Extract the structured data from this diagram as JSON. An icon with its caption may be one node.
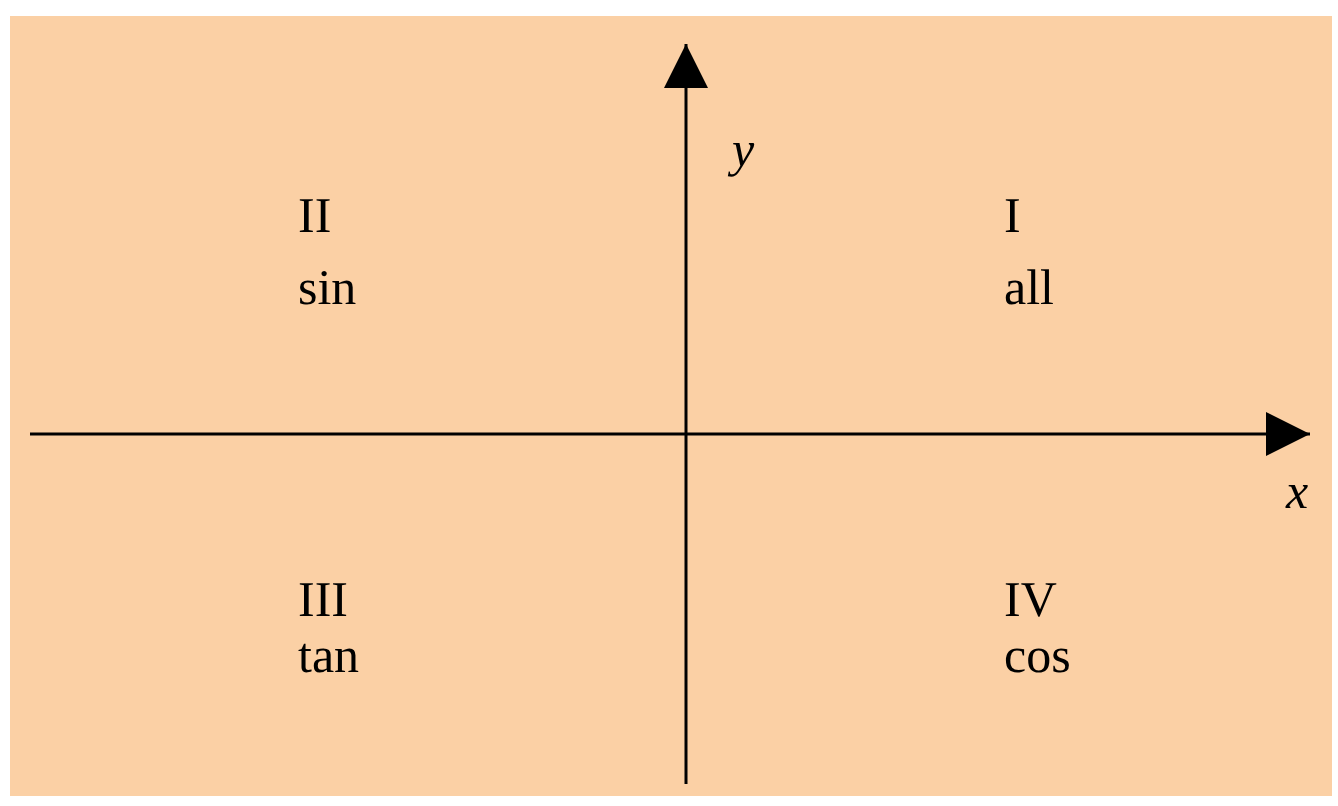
{
  "diagram": {
    "labels": [
      "y",
      "II",
      "sin",
      "I",
      "all",
      "x",
      "III",
      "tan",
      "IV",
      "cos"
    ]
  }
}
